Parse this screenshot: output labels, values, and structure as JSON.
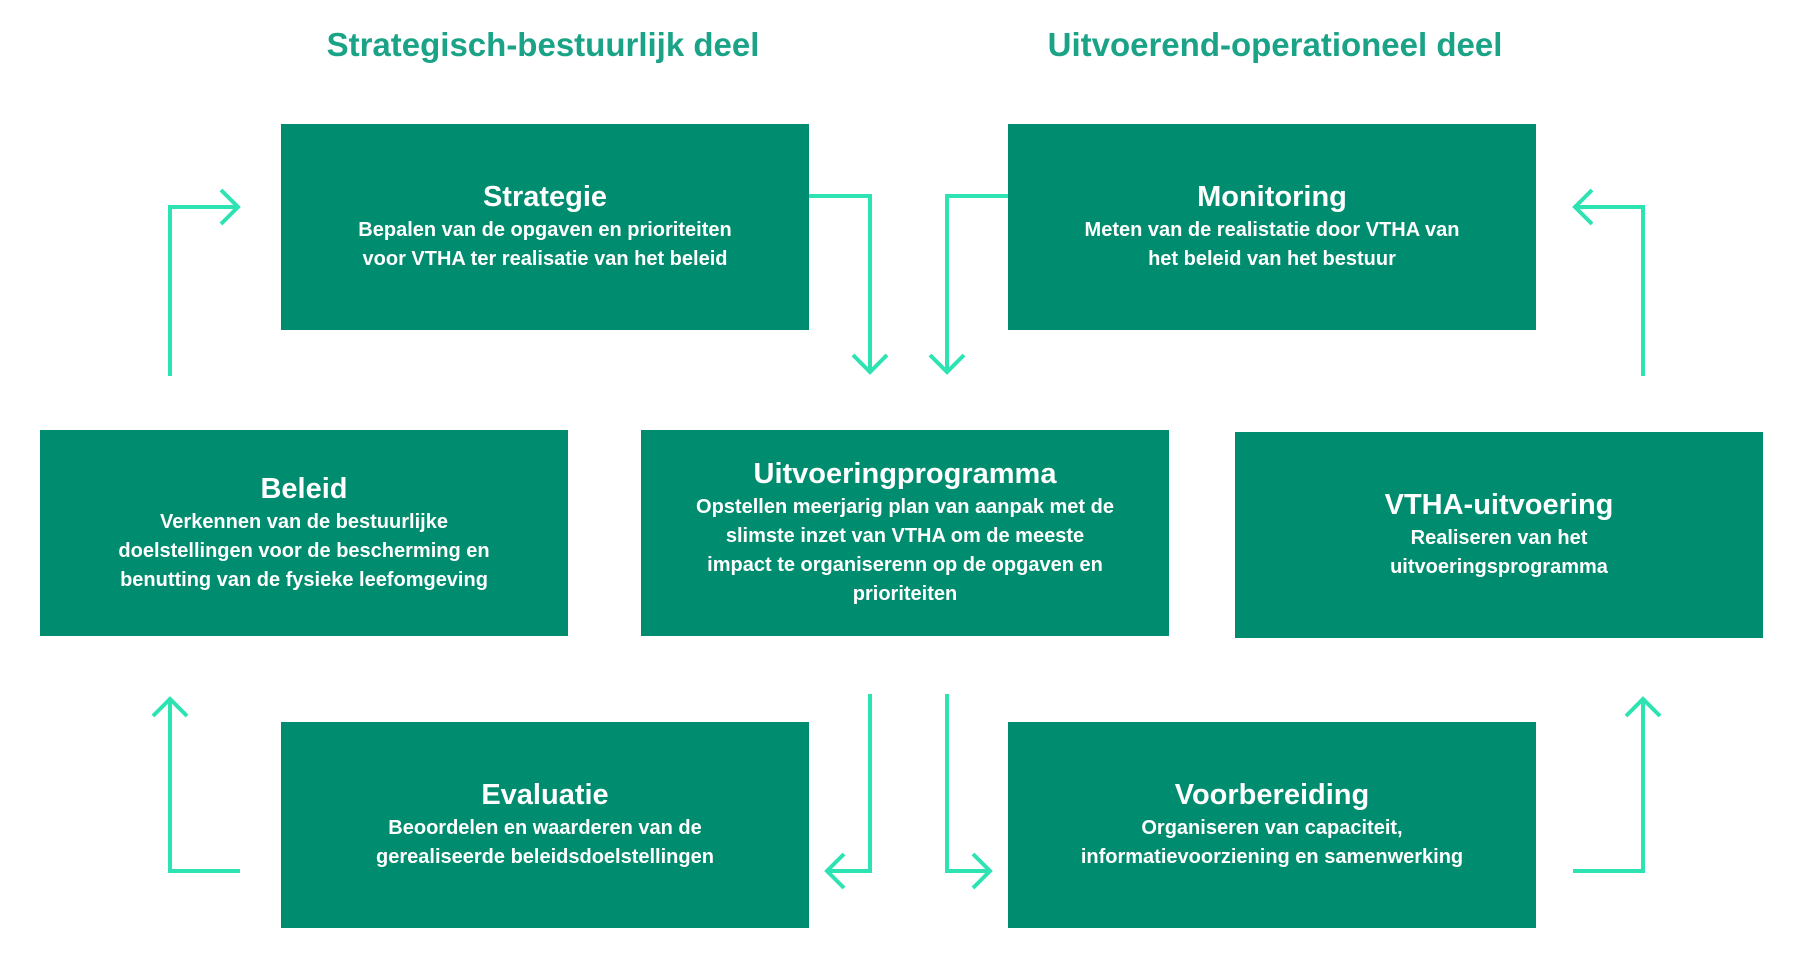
{
  "headings": {
    "left": "Strategisch-bestuurlijk deel",
    "right": "Uitvoerend-operationeel deel"
  },
  "boxes": {
    "strategie": {
      "title": "Strategie",
      "lines": [
        "Bepalen van de opgaven en prioriteiten",
        "voor VTHA ter realisatie van het beleid"
      ]
    },
    "monitoring": {
      "title": "Monitoring",
      "lines": [
        "Meten van de realistatie door VTHA van",
        "het beleid van het bestuur"
      ]
    },
    "beleid": {
      "title": "Beleid",
      "lines": [
        "Verkennen van de bestuurlijke",
        "doelstellingen voor de bescherming en",
        "benutting van de fysieke leefomgeving"
      ]
    },
    "uitvoeringprogramma": {
      "title": "Uitvoeringprogramma",
      "lines": [
        "Opstellen meerjarig plan van aanpak met de",
        "slimste inzet van VTHA om de meeste",
        "impact te organiserenn op de opgaven en",
        "prioriteiten"
      ]
    },
    "vtha_uitvoering": {
      "title": "VTHA-uitvoering",
      "lines": [
        "Realiseren van het",
        "uitvoeringsprogramma"
      ]
    },
    "evaluatie": {
      "title": "Evaluatie",
      "lines": [
        "Beoordelen en waarderen van de",
        "gerealiseerde beleidsdoelstellingen"
      ]
    },
    "voorbereiding": {
      "title": "Voorbereiding",
      "lines": [
        "Organiseren van capaciteit,",
        "informatievoorziening en samenwerking"
      ]
    }
  },
  "colors": {
    "box": "#008c6e",
    "heading": "#1aa386",
    "arrow": "#2ee3b2",
    "text": "#ffffff"
  }
}
